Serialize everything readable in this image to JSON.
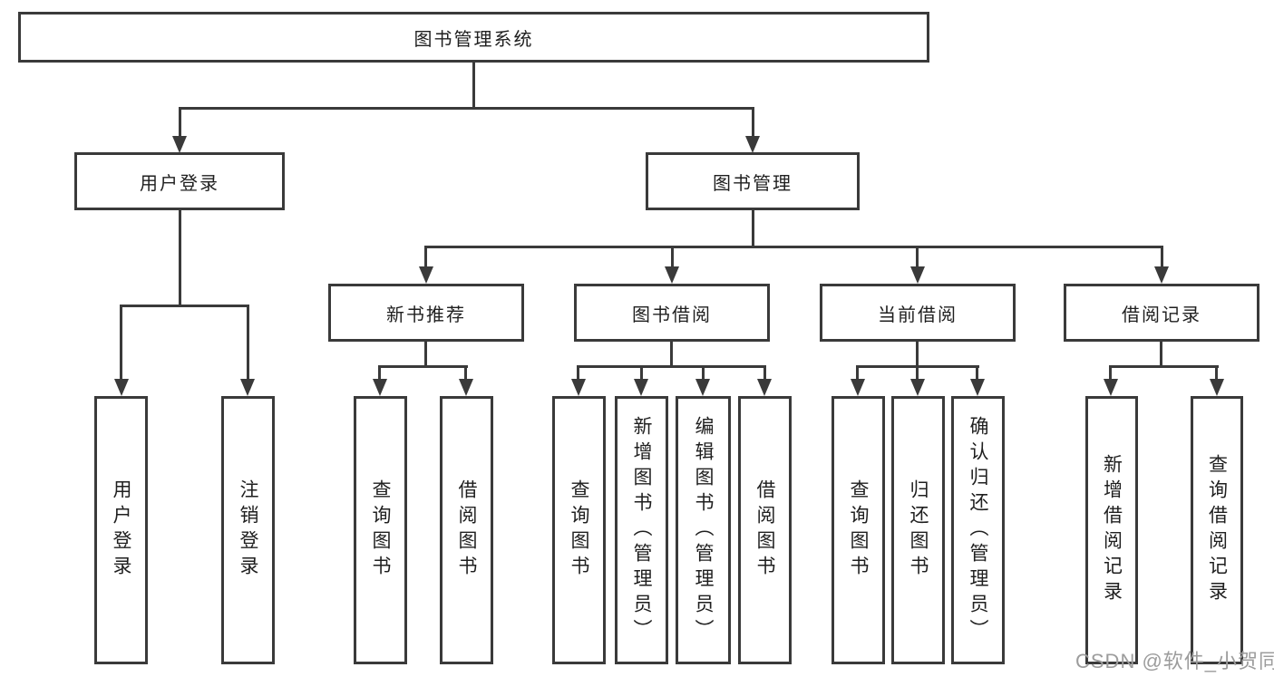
{
  "colors": {
    "line": "#3a3a3a",
    "text": "#1f1f1f",
    "watermark": "#9c9c9c",
    "background": "#ffffff"
  },
  "tree": {
    "root": {
      "label": "图书管理系统"
    },
    "branches": [
      {
        "label": "用户登录",
        "leaves": [
          "用户登录",
          "注销登录"
        ]
      },
      {
        "label": "图书管理",
        "groups": [
          {
            "label": "新书推荐",
            "leaves": [
              "查询图书",
              "借阅图书"
            ]
          },
          {
            "label": "图书借阅",
            "leaves": [
              "查询图书",
              "新增图书（管理员）",
              "编辑图书（管理员）",
              "借阅图书"
            ]
          },
          {
            "label": "当前借阅",
            "leaves": [
              "查询图书",
              "归还图书",
              "确认归还（管理员）"
            ]
          },
          {
            "label": "借阅记录",
            "leaves": [
              "新增借阅记录",
              "查询借阅记录"
            ]
          }
        ]
      }
    ]
  },
  "watermark": {
    "text": "CSDN @软件_小贺同学"
  }
}
